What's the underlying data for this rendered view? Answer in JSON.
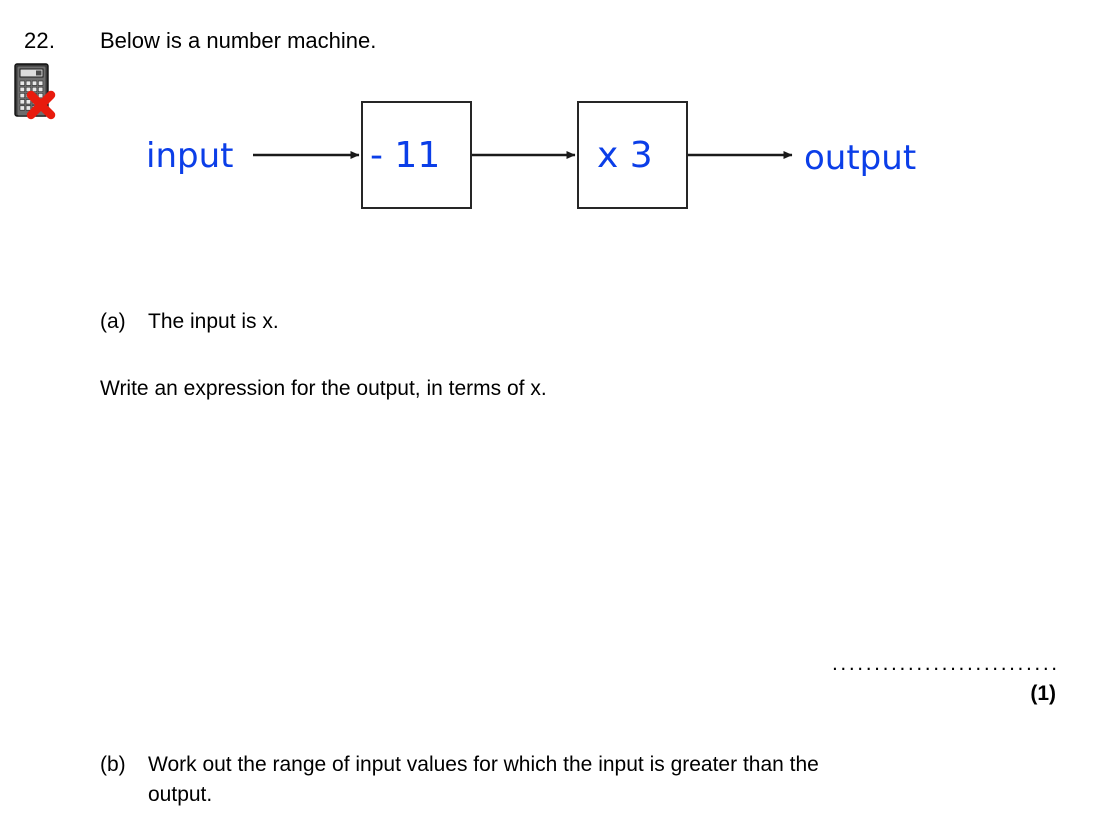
{
  "question": {
    "number": "22.",
    "stem": "Below is a number machine."
  },
  "calculator_icon": {
    "name": "no-calculator-icon",
    "body_color": "#3a3a3a",
    "display_color": "#d8d8d8",
    "cross_color": "#e81b0e"
  },
  "diagram": {
    "type": "number-machine-flow",
    "input_label": "input",
    "output_label": "output",
    "operations": [
      {
        "label": "- 11"
      },
      {
        "label": "x 3"
      }
    ],
    "label_color": "#0b3ee8",
    "box_border_color": "#262626",
    "arrow_color": "#1a1a1a"
  },
  "parts": [
    {
      "marker": "(a)",
      "line1": "The input is x.",
      "line2": "Write an expression for the output, in terms of x.",
      "answer_dots": "..............................",
      "marks": "(1)"
    },
    {
      "marker": "(b)",
      "text": "Work out the range of input values for which the input is greater than the\noutput."
    }
  ]
}
